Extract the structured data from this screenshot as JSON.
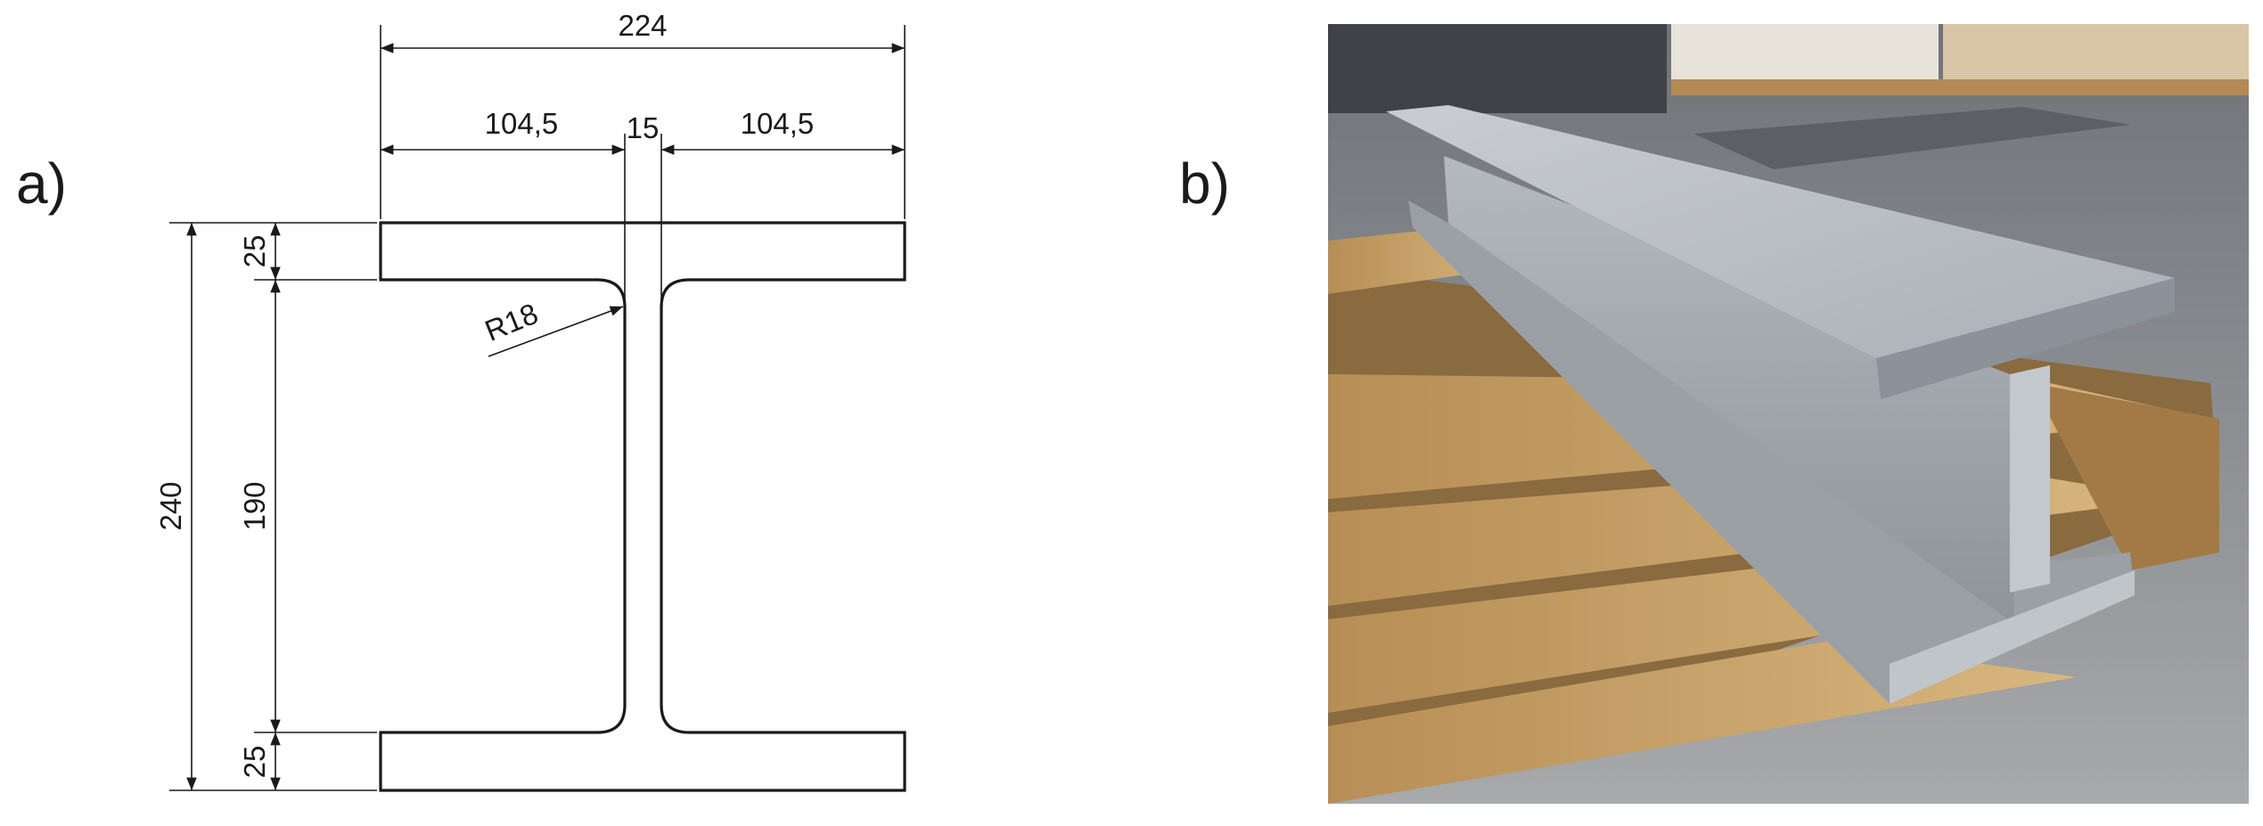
{
  "panel_a": {
    "label": "a)",
    "dimensions": {
      "overall_width": "224",
      "flange_left": "104,5",
      "web_thickness": "15",
      "flange_right": "104,5",
      "top_flange_thickness": "25",
      "overall_height": "240",
      "web_height": "190",
      "bottom_flange_thickness": "25",
      "fillet_radius": "R18"
    }
  },
  "panel_b": {
    "label": "b)"
  },
  "colors": {
    "ink": "#1a1a1a",
    "background": "#ffffff",
    "beam_metal": "#b9bec4",
    "pallet_wood": "#c9a46a",
    "floor": "#9a9c9e"
  }
}
